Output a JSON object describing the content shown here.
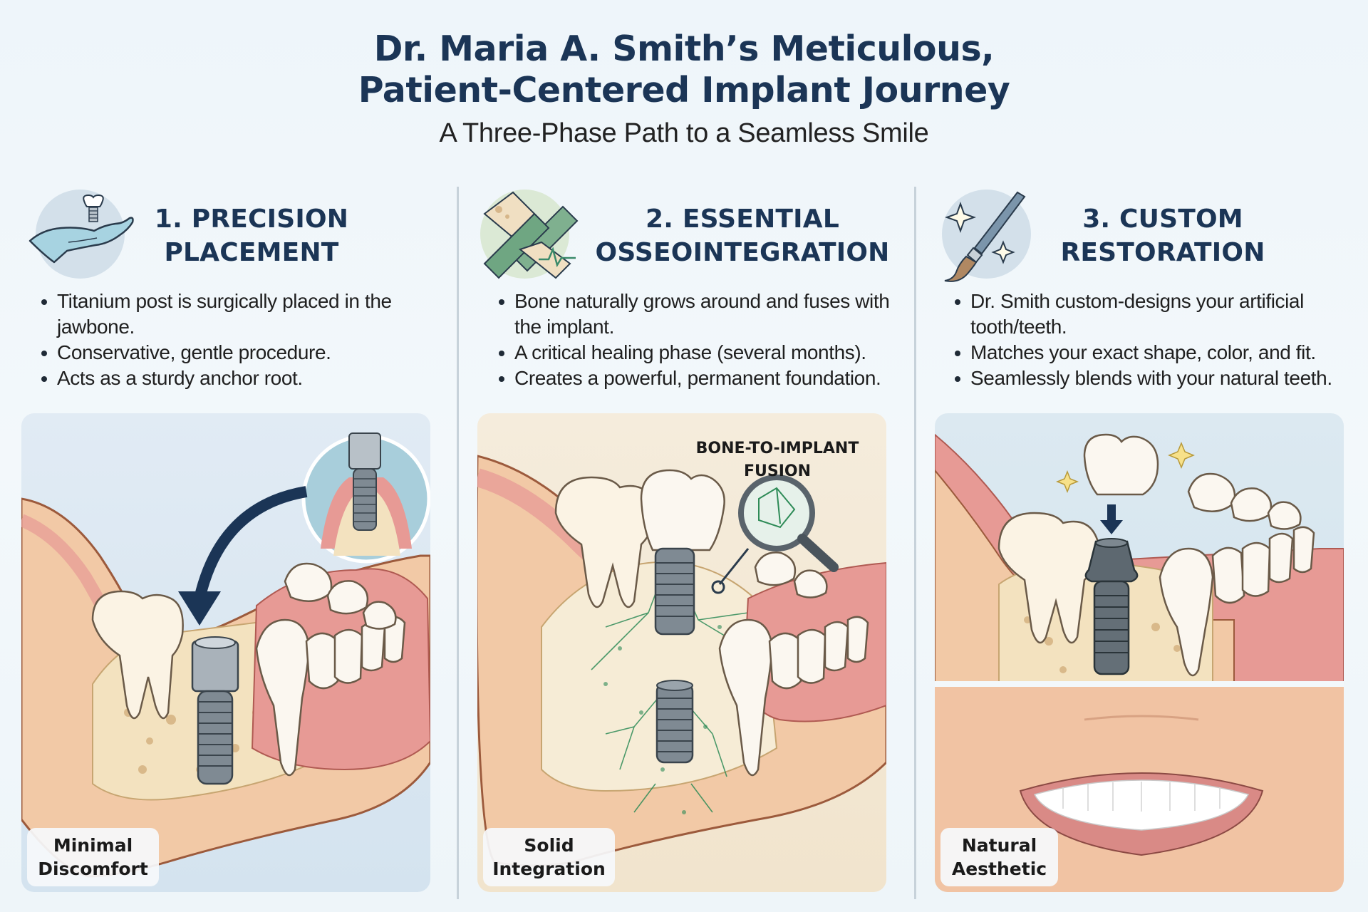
{
  "header": {
    "title_line1": "Dr. Maria A. Smith’s Meticulous,",
    "title_line2": "Patient-Centered Implant Journey",
    "subtitle": "A Three-Phase Path to a Seamless Smile"
  },
  "colors": {
    "title": "#1b3556",
    "background": "#eef5fa",
    "divider": "#c7d2da",
    "gum": "#e79a95",
    "bone": "#f3e2bf",
    "implant_metal": "#8a949c",
    "arrow": "#1b3556",
    "fusion_green": "#2e8b57"
  },
  "phases": [
    {
      "number": "1.",
      "title_line1": "1. PRECISION",
      "title_line2": "PLACEMENT",
      "icon": "hand-holding-implant-icon",
      "bullets": [
        "Titanium post is surgically placed in the jawbone.",
        "Conservative, gentle procedure.",
        "Acts as a sturdy anchor root."
      ],
      "illustration": "implant-placement-jaw-cross-section",
      "badge_line1": "Minimal",
      "badge_line2": "Discomfort"
    },
    {
      "number": "2.",
      "title_line1": "2. ESSENTIAL",
      "title_line2": "OSSEOINTEGRATION",
      "icon": "bone-implant-interlock-icon",
      "bullets": [
        "Bone naturally grows around and fuses with the implant.",
        "A critical healing phase (several months).",
        "Creates a powerful, permanent foundation."
      ],
      "illustration": "bone-fusion-jaw-cross-section",
      "callout_line1": "BONE-TO-IMPLANT",
      "callout_line2": "FUSION",
      "badge_line1": "Solid",
      "badge_line2": "Integration"
    },
    {
      "number": "3.",
      "title_line1": "3. CUSTOM",
      "title_line2": "RESTORATION",
      "icon": "paintbrush-sparkle-icon",
      "bullets": [
        "Dr. Smith custom-designs your artificial tooth/teeth.",
        "Matches your exact shape, color, and fit.",
        "Seamlessly blends with your natural teeth."
      ],
      "illustration": "crown-placement-and-smile",
      "badge_line1": "Natural",
      "badge_line2": "Aesthetic"
    }
  ]
}
